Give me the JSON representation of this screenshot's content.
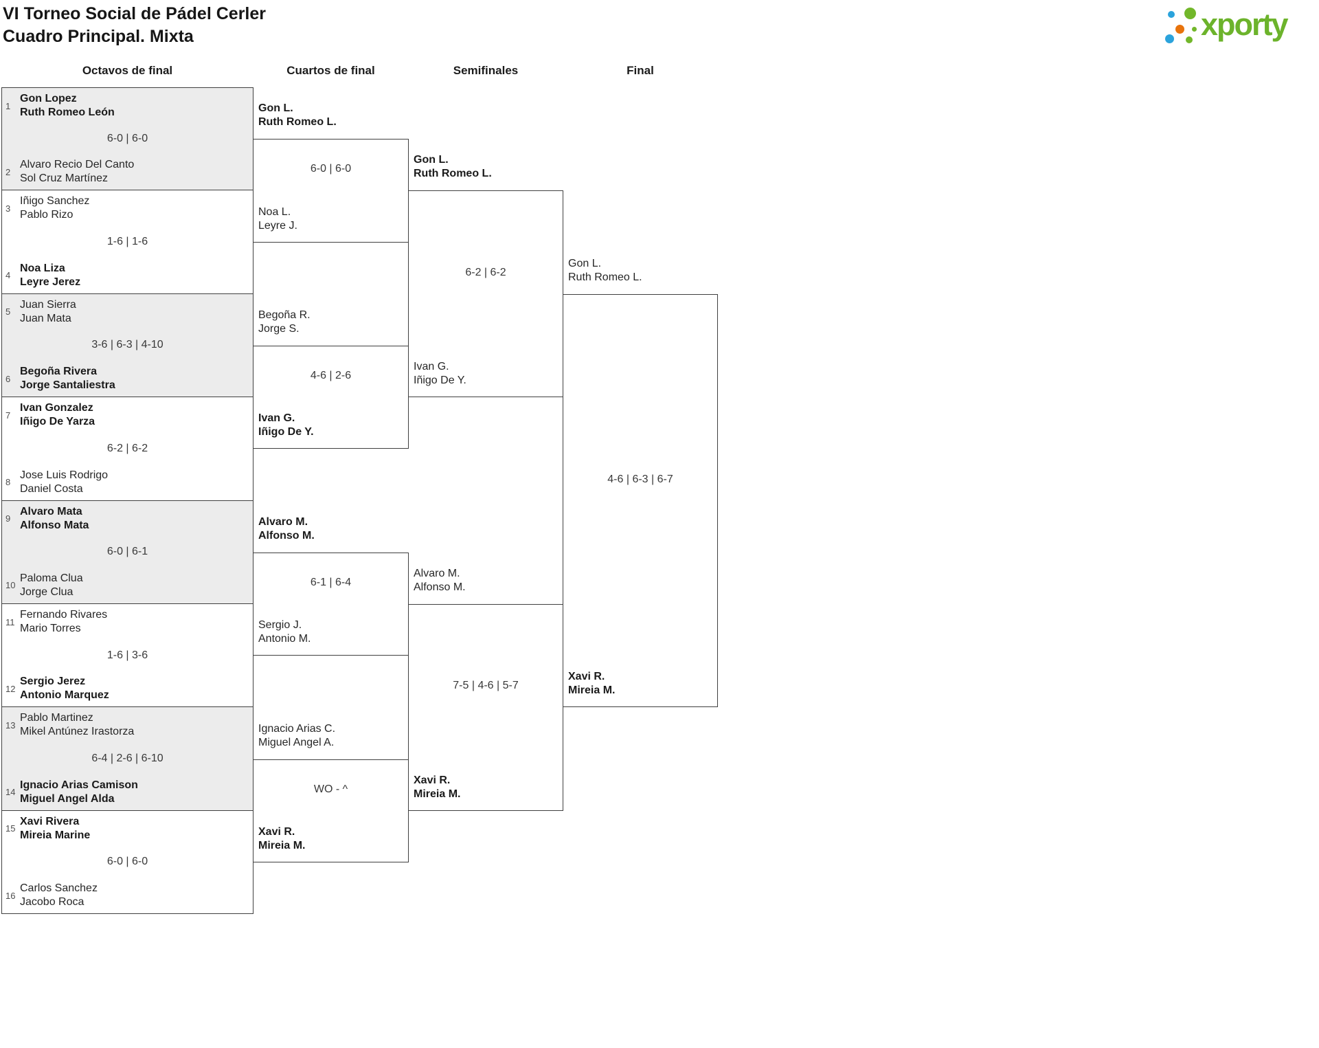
{
  "title": {
    "line1": "VI Torneo Social de Pádel Cerler",
    "line2": "Cuadro Principal. Mixta"
  },
  "logo": {
    "wordmark": "xporty"
  },
  "round_headers": [
    "Octavos de final",
    "Cuartos de final",
    "Semifinales",
    "Final"
  ],
  "colors": {
    "brand_green": "#6cb32b",
    "dot_blue": "#2ba3dc",
    "dot_orange": "#e8730c",
    "shaded_row": "#ececec",
    "border": "#3f3f3f"
  },
  "r16": [
    {
      "seed_top": "1",
      "top_1": "Gon Lopez",
      "top_2": "Ruth Romeo León",
      "top_winner": true,
      "score": "6-0 | 6-0",
      "seed_bottom": "2",
      "bottom_1": "Alvaro Recio Del Canto",
      "bottom_2": "Sol Cruz Martínez",
      "bottom_winner": false
    },
    {
      "seed_top": "3",
      "top_1": "Iñigo Sanchez",
      "top_2": "Pablo Rizo",
      "top_winner": false,
      "score": "1-6 | 1-6",
      "seed_bottom": "4",
      "bottom_1": "Noa Liza",
      "bottom_2": "Leyre Jerez",
      "bottom_winner": true
    },
    {
      "seed_top": "5",
      "top_1": "Juan Sierra",
      "top_2": "Juan Mata",
      "top_winner": false,
      "score": "3-6 | 6-3 | 4-10",
      "seed_bottom": "6",
      "bottom_1": "Begoña Rivera",
      "bottom_2": "Jorge Santaliestra",
      "bottom_winner": true
    },
    {
      "seed_top": "7",
      "top_1": "Ivan Gonzalez",
      "top_2": "Iñigo De Yarza",
      "top_winner": true,
      "score": "6-2 | 6-2",
      "seed_bottom": "8",
      "bottom_1": "Jose Luis Rodrigo",
      "bottom_2": "Daniel Costa",
      "bottom_winner": false
    },
    {
      "seed_top": "9",
      "top_1": "Alvaro Mata",
      "top_2": "Alfonso Mata",
      "top_winner": true,
      "score": "6-0 | 6-1",
      "seed_bottom": "10",
      "bottom_1": "Paloma Clua",
      "bottom_2": "Jorge Clua",
      "bottom_winner": false
    },
    {
      "seed_top": "11",
      "top_1": "Fernando Rivares",
      "top_2": "Mario Torres",
      "top_winner": false,
      "score": "1-6 | 3-6",
      "seed_bottom": "12",
      "bottom_1": "Sergio Jerez",
      "bottom_2": "Antonio Marquez",
      "bottom_winner": true
    },
    {
      "seed_top": "13",
      "top_1": "Pablo Martinez",
      "top_2": "Mikel Antúnez Irastorza",
      "top_winner": false,
      "score": "6-4 | 2-6 | 6-10",
      "seed_bottom": "14",
      "bottom_1": "Ignacio Arias Camison",
      "bottom_2": "Miguel Angel Alda",
      "bottom_winner": true
    },
    {
      "seed_top": "15",
      "top_1": "Xavi Rivera",
      "top_2": "Mireia Marine",
      "top_winner": true,
      "score": "6-0 | 6-0",
      "seed_bottom": "16",
      "bottom_1": "Carlos Sanchez",
      "bottom_2": "Jacobo Roca",
      "bottom_winner": false
    }
  ],
  "quarterfinals": [
    {
      "top_1": "Gon L.",
      "top_2": "Ruth Romeo L.",
      "top_winner": true,
      "score": "6-0 | 6-0",
      "bottom_1": "Noa L.",
      "bottom_2": "Leyre J.",
      "bottom_winner": false
    },
    {
      "top_1": "Begoña R.",
      "top_2": "Jorge S.",
      "top_winner": false,
      "score": "4-6 | 2-6",
      "bottom_1": "Ivan G.",
      "bottom_2": "Iñigo De Y.",
      "bottom_winner": true
    },
    {
      "top_1": "Alvaro M.",
      "top_2": "Alfonso M.",
      "top_winner": true,
      "score": "6-1 | 6-4",
      "bottom_1": "Sergio J.",
      "bottom_2": "Antonio M.",
      "bottom_winner": false
    },
    {
      "top_1": "Ignacio Arias C.",
      "top_2": "Miguel Angel A.",
      "top_winner": false,
      "score": "WO - ^",
      "bottom_1": "Xavi R.",
      "bottom_2": "Mireia M.",
      "bottom_winner": true
    }
  ],
  "semifinals": [
    {
      "top_1": "Gon L.",
      "top_2": "Ruth Romeo L.",
      "top_winner": true,
      "score": "6-2 | 6-2",
      "bottom_1": "Ivan G.",
      "bottom_2": "Iñigo De Y.",
      "bottom_winner": false
    },
    {
      "top_1": "Alvaro M.",
      "top_2": "Alfonso M.",
      "top_winner": false,
      "score": "7-5 | 4-6 | 5-7",
      "bottom_1": "Xavi R.",
      "bottom_2": "Mireia M.",
      "bottom_winner": true
    }
  ],
  "final": [
    {
      "top_1": "Gon L.",
      "top_2": "Ruth Romeo L.",
      "top_winner": false,
      "score": "4-6 | 6-3 | 6-7",
      "bottom_1": "Xavi R.",
      "bottom_2": "Mireia M.",
      "bottom_winner": true
    }
  ]
}
